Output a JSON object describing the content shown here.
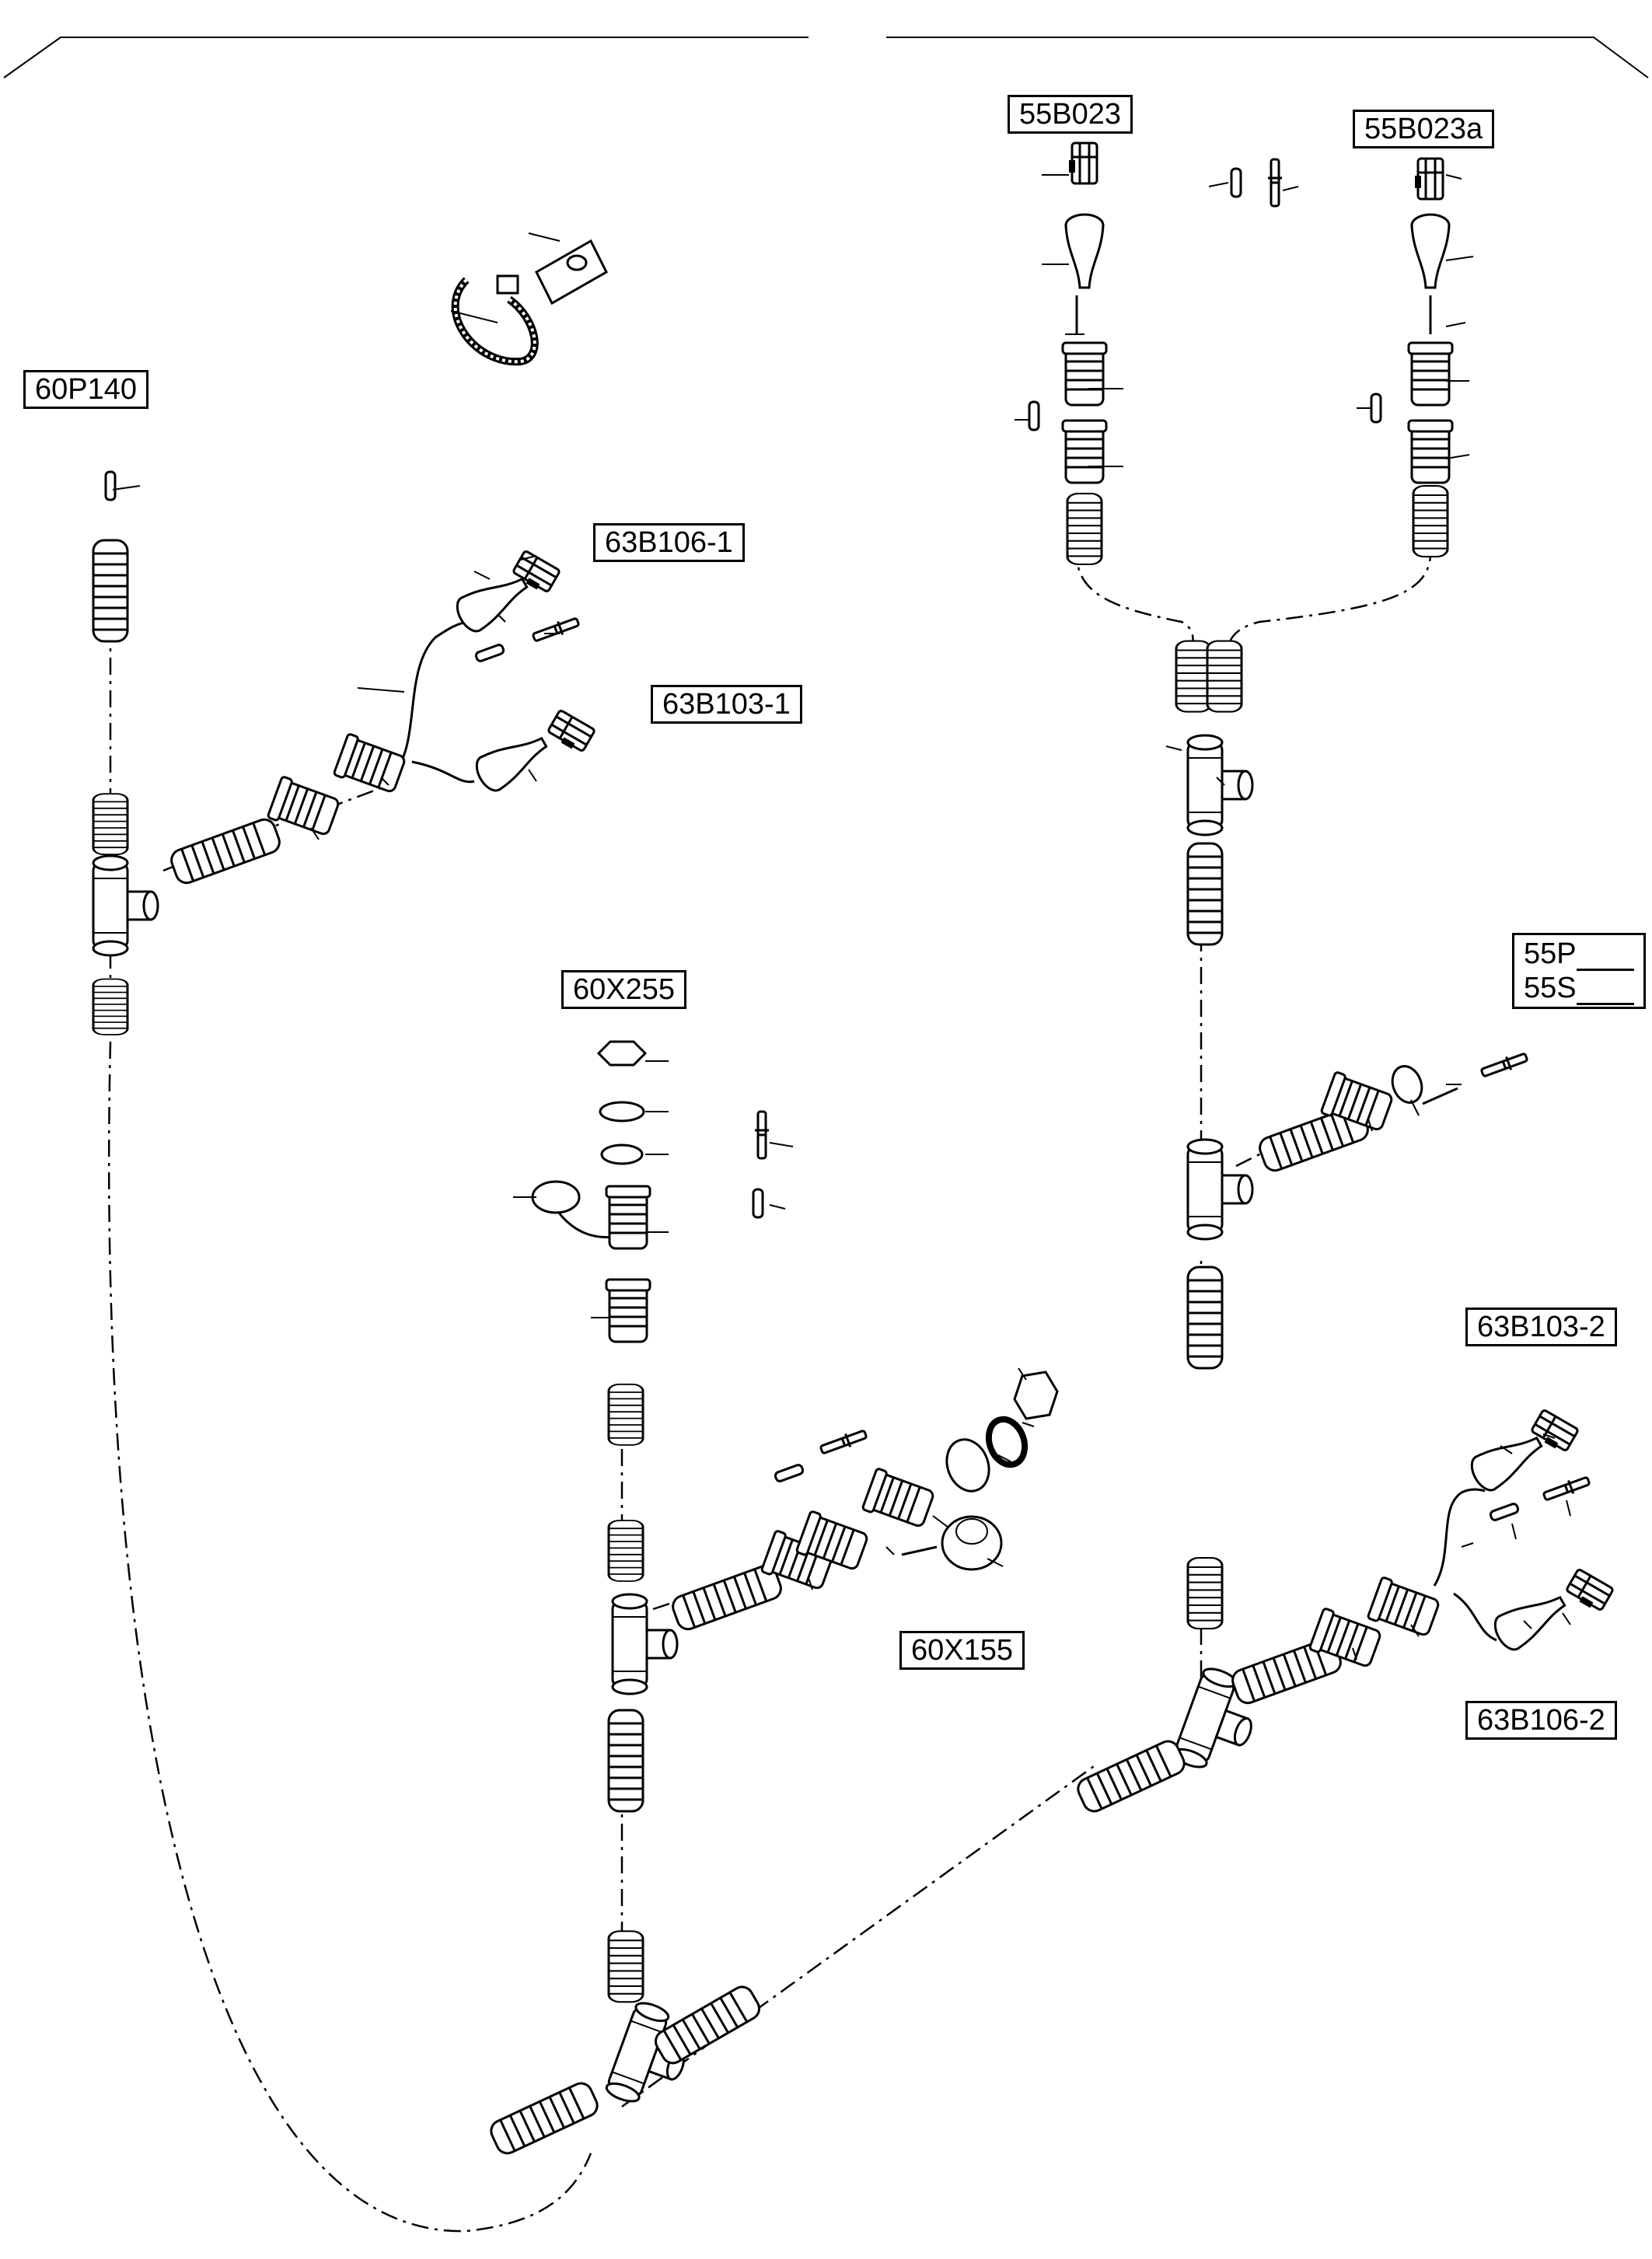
{
  "callouts": {
    "c55B023": "55B023",
    "c55B023a": "55B023a",
    "c60P140": "60P140",
    "c63B106_1": "63B106-1",
    "c63B103_1": "63B103-1",
    "c60X255": "60X255",
    "c55P": "55P",
    "c55S": "55S",
    "c63B103_2": "63B103-2",
    "c60X155": "60X155",
    "c63B106_2": "63B106-2"
  }
}
